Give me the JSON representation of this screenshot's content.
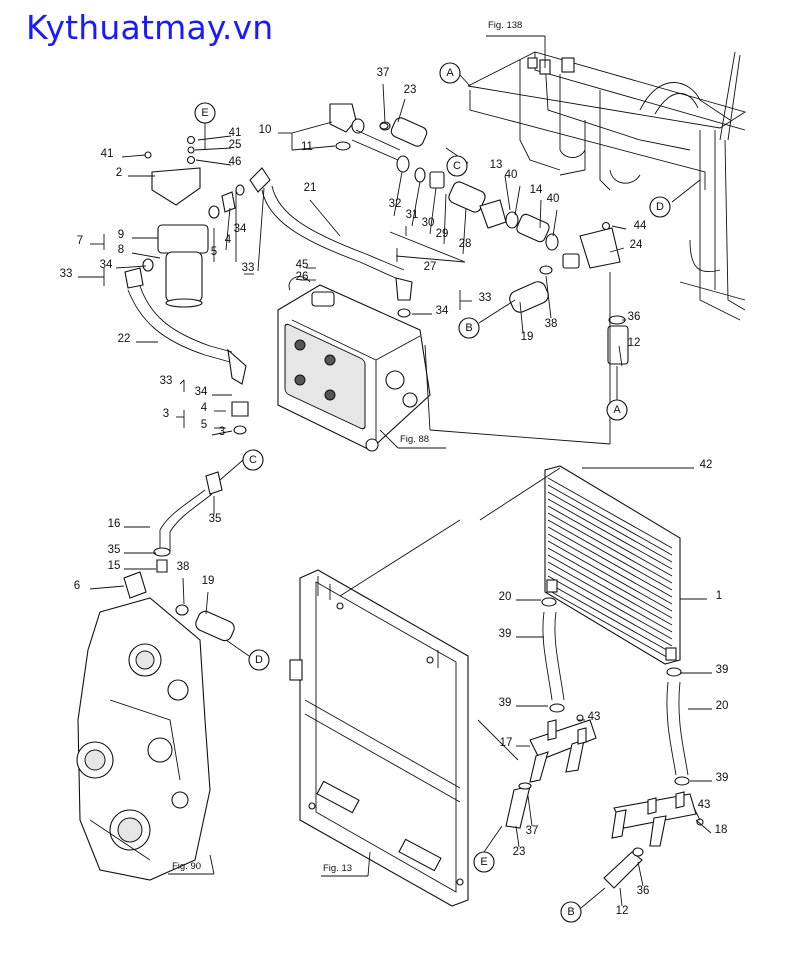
{
  "watermark": "Kythuatmay.vn",
  "figure_refs": [
    "Fig. 138",
    "Fig. 88",
    "Fig. 90",
    "Fig. 13"
  ],
  "connectors": [
    "A",
    "E",
    "C",
    "D",
    "B",
    "A",
    "C",
    "D",
    "E",
    "B"
  ],
  "part_numbers": [
    "37",
    "23",
    "10",
    "11",
    "41",
    "25",
    "46",
    "41",
    "2",
    "13",
    "40",
    "14",
    "40",
    "32",
    "31",
    "30",
    "29",
    "28",
    "27",
    "9",
    "7",
    "8",
    "5",
    "4",
    "34",
    "33",
    "21",
    "44",
    "24",
    "33",
    "34",
    "45",
    "26",
    "33",
    "34",
    "38",
    "19",
    "36",
    "12",
    "22",
    "33",
    "34",
    "3",
    "4",
    "5",
    "3",
    "35",
    "16",
    "35",
    "15",
    "6",
    "38",
    "19",
    "42",
    "1",
    "39",
    "20",
    "39",
    "43",
    "17",
    "39",
    "20",
    "39",
    "43",
    "18",
    "37",
    "23",
    "36",
    "12"
  ]
}
